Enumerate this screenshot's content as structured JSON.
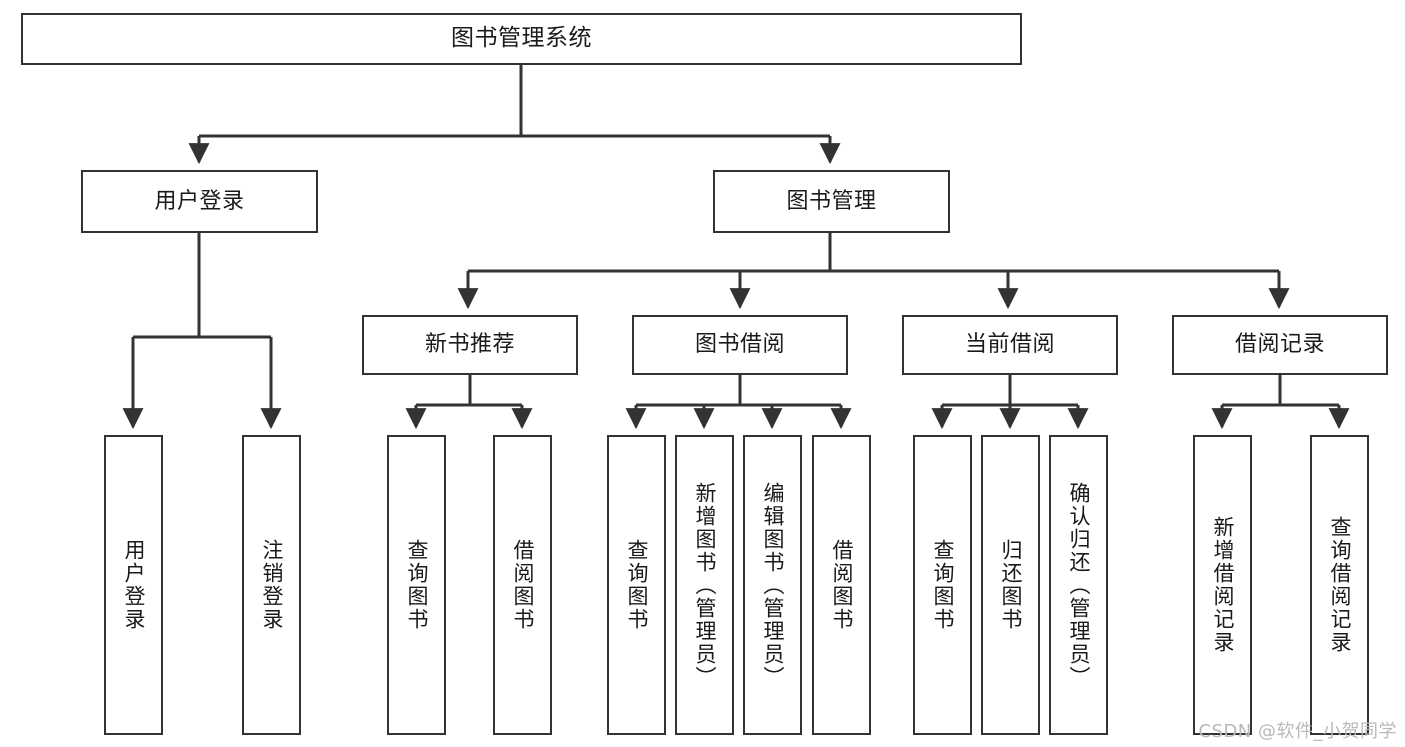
{
  "diagram": {
    "type": "tree",
    "title": "图书管理系统",
    "watermark": "CSDN @软件_小贺同学",
    "colors": {
      "box_border": "#333333",
      "box_fill": "#ffffff",
      "edge": "#333333",
      "text": "#1a1a1a",
      "watermark": "#b9b9b9"
    },
    "nodes": {
      "root": {
        "label": "图书管理系统"
      },
      "level2": [
        {
          "label": "用户登录"
        },
        {
          "label": "图书管理"
        }
      ],
      "level3": [
        {
          "label": "新书推荐"
        },
        {
          "label": "图书借阅"
        },
        {
          "label": "当前借阅"
        },
        {
          "label": "借阅记录"
        }
      ],
      "leaves_user_login": [
        {
          "label": "用户登录"
        },
        {
          "label": "注销登录"
        }
      ],
      "leaves_new_book": [
        {
          "label": "查询图书"
        },
        {
          "label": "借阅图书"
        }
      ],
      "leaves_borrow": [
        {
          "label": "查询图书"
        },
        {
          "label": "新增图书（管理员）"
        },
        {
          "label": "编辑图书（管理员）"
        },
        {
          "label": "借阅图书"
        }
      ],
      "leaves_current": [
        {
          "label": "查询图书"
        },
        {
          "label": "归还图书"
        },
        {
          "label": "确认归还（管理员）"
        }
      ],
      "leaves_records": [
        {
          "label": "新增借阅记录"
        },
        {
          "label": "查询借阅记录"
        }
      ]
    }
  }
}
